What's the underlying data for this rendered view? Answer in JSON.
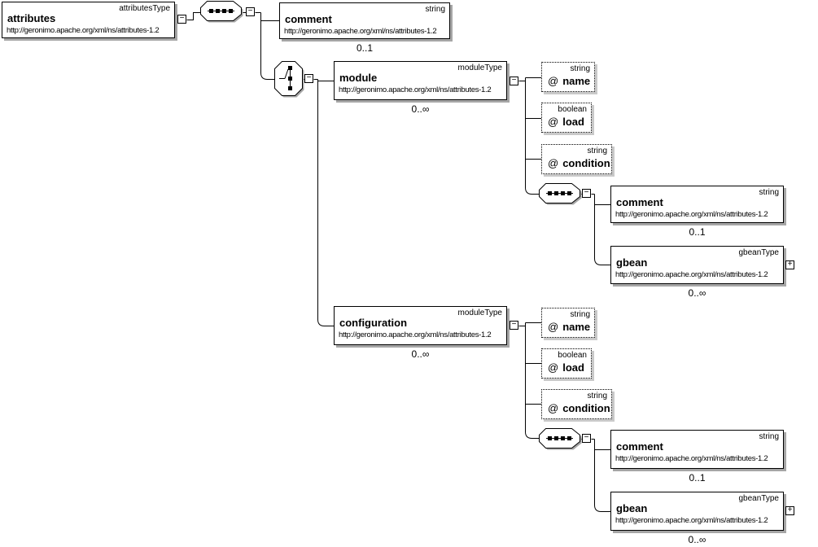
{
  "nodes": {
    "attributes": {
      "name": "attributes",
      "type": "attributesType",
      "namespace": "http://geronimo.apache.org/xml/ns/attributes-1.2"
    },
    "comment_top": {
      "name": "comment",
      "type": "string",
      "namespace": "http://geronimo.apache.org/xml/ns/attributes-1.2",
      "occurrence": "0..1"
    },
    "module": {
      "name": "module",
      "type": "moduleType",
      "namespace": "http://geronimo.apache.org/xml/ns/attributes-1.2",
      "occurrence": "0..∞"
    },
    "module_attr_name": {
      "prefix": "@",
      "name": "name",
      "type": "string"
    },
    "module_attr_load": {
      "prefix": "@",
      "name": "load",
      "type": "boolean"
    },
    "module_attr_condition": {
      "prefix": "@",
      "name": "condition",
      "type": "string"
    },
    "module_comment": {
      "name": "comment",
      "type": "string",
      "namespace": "http://geronimo.apache.org/xml/ns/attributes-1.2",
      "occurrence": "0..1"
    },
    "module_gbean": {
      "name": "gbean",
      "type": "gbeanType",
      "namespace": "http://geronimo.apache.org/xml/ns/attributes-1.2",
      "occurrence": "0..∞"
    },
    "configuration": {
      "name": "configuration",
      "type": "moduleType",
      "namespace": "http://geronimo.apache.org/xml/ns/attributes-1.2",
      "occurrence": "0..∞"
    },
    "config_attr_name": {
      "prefix": "@",
      "name": "name",
      "type": "string"
    },
    "config_attr_load": {
      "prefix": "@",
      "name": "load",
      "type": "boolean"
    },
    "config_attr_condition": {
      "prefix": "@",
      "name": "condition",
      "type": "string"
    },
    "config_comment": {
      "name": "comment",
      "type": "string",
      "namespace": "http://geronimo.apache.org/xml/ns/attributes-1.2",
      "occurrence": "0..1"
    },
    "config_gbean": {
      "name": "gbean",
      "type": "gbeanType",
      "namespace": "http://geronimo.apache.org/xml/ns/attributes-1.2",
      "occurrence": "0..∞"
    }
  },
  "icons": {
    "collapse": "−",
    "expand": "+",
    "sequence": "sequence",
    "choice": "choice"
  },
  "colors": {
    "line": "#000000",
    "box_shadow": "#a6a6a6",
    "attr_shadow": "#c9c9c9"
  }
}
